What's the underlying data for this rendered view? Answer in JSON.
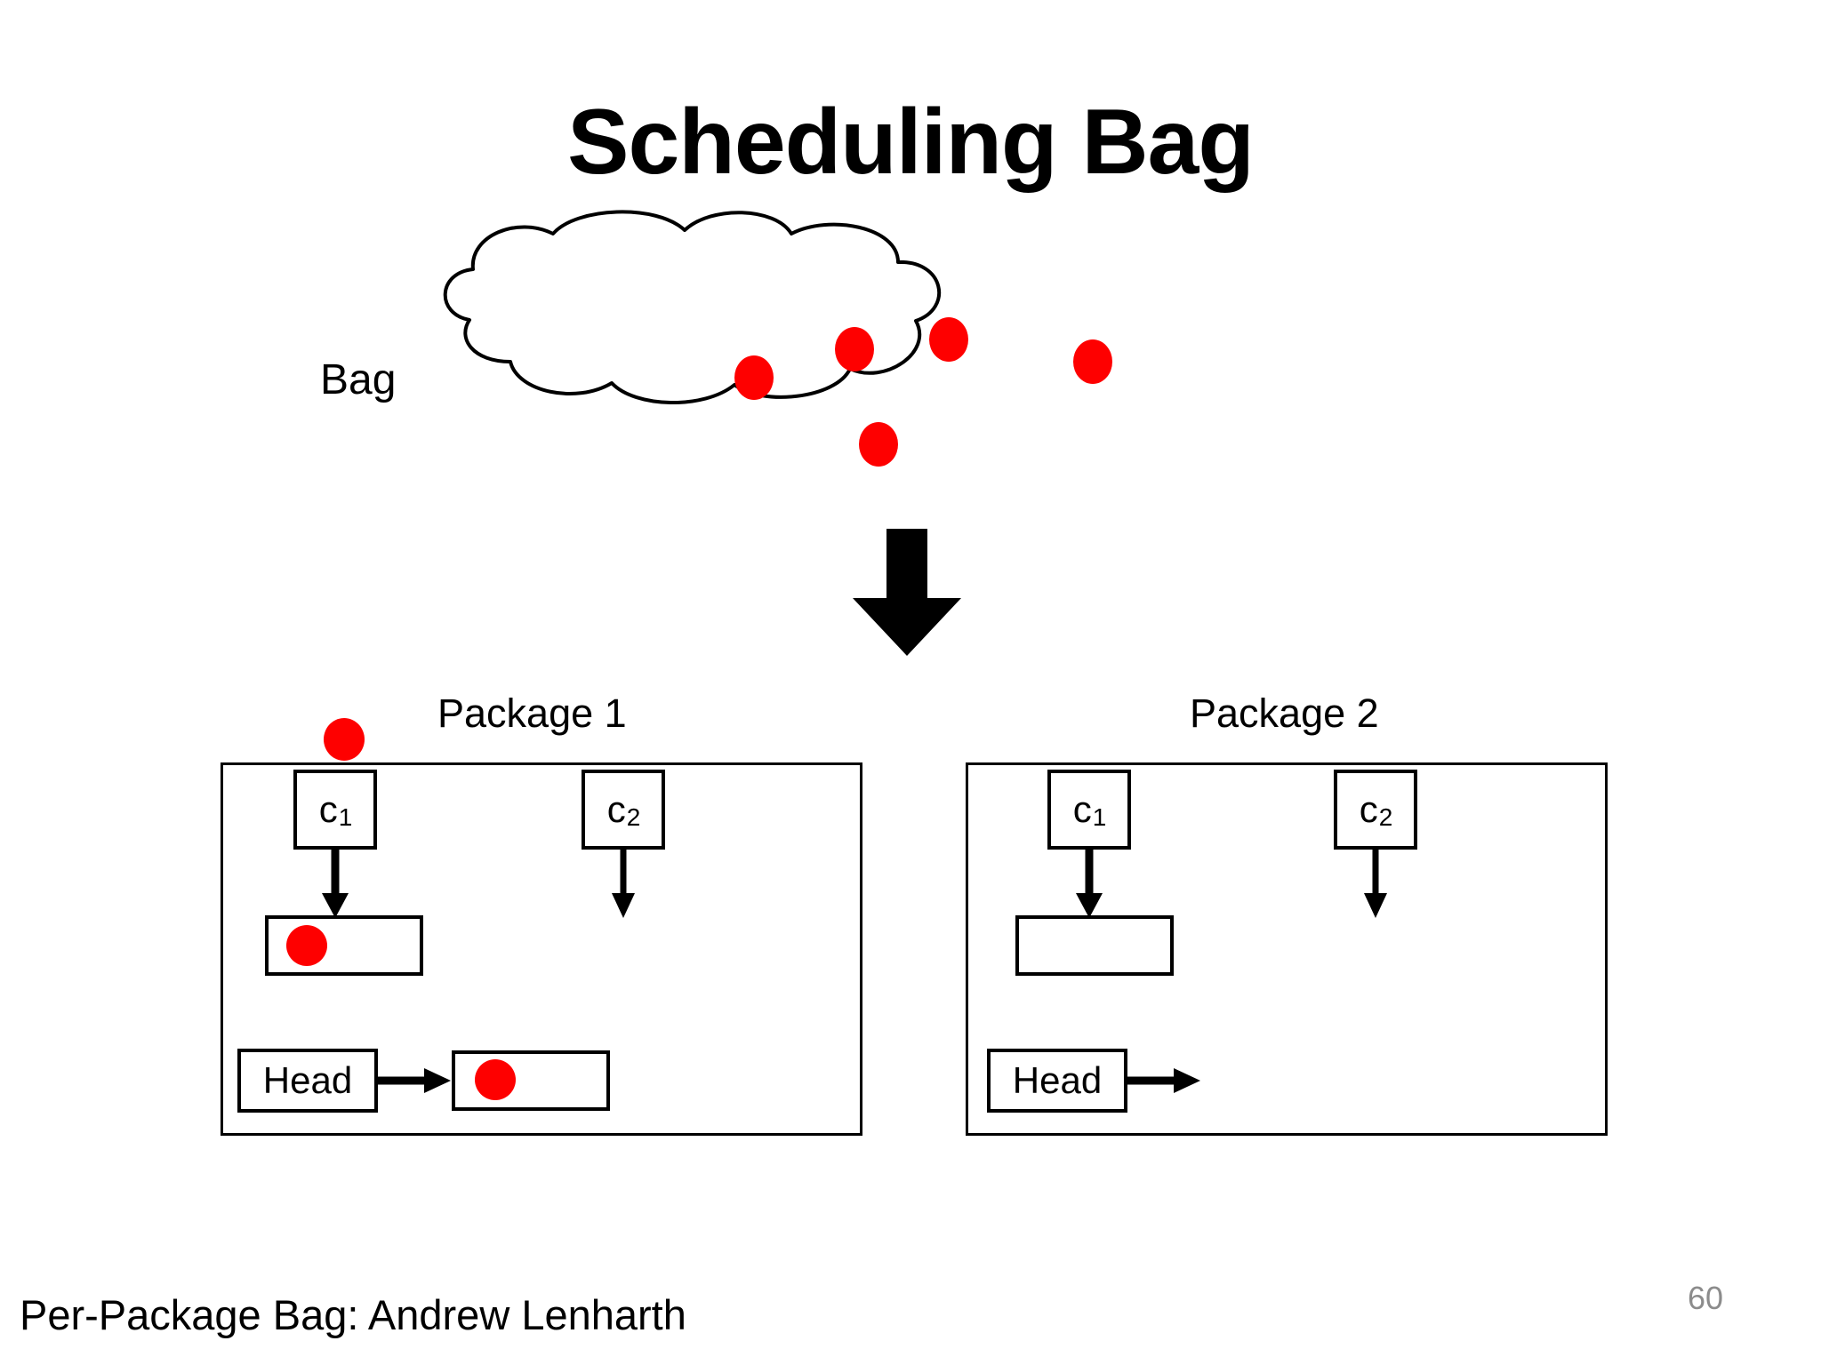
{
  "slide": {
    "title": "Scheduling Bag",
    "footer_note": "Per-Package Bag: Andrew Lenharth",
    "slide_number": "60",
    "background_color": "#ffffff",
    "accent_color": "#fe0000",
    "line_color": "#000000",
    "slide_number_color": "#8c8c8c"
  },
  "bag": {
    "label": "Bag",
    "item_count": 5,
    "icon": "cloud-icon"
  },
  "flow": {
    "arrow_icon": "down-arrow-icon"
  },
  "packages": [
    {
      "caption": "Package 1",
      "cells": [
        {
          "label": "c",
          "subscript": "1",
          "arrow_icon": "down-arrow-icon"
        },
        {
          "label": "c",
          "subscript": "2",
          "arrow_icon": "down-arrow-icon"
        }
      ],
      "work_box": {
        "has_item": true
      },
      "head": {
        "label": "Head",
        "arrow_icon": "right-arrow-icon"
      },
      "queue_nodes": [
        {
          "has_item": true
        }
      ],
      "incoming_item": true
    },
    {
      "caption": "Package 2",
      "cells": [
        {
          "label": "c",
          "subscript": "1",
          "arrow_icon": "down-arrow-icon"
        },
        {
          "label": "c",
          "subscript": "2",
          "arrow_icon": "down-arrow-icon"
        }
      ],
      "work_box": {
        "has_item": false
      },
      "head": {
        "label": "Head",
        "arrow_icon": "right-arrow-icon"
      },
      "queue_nodes": [],
      "incoming_item": false
    }
  ]
}
